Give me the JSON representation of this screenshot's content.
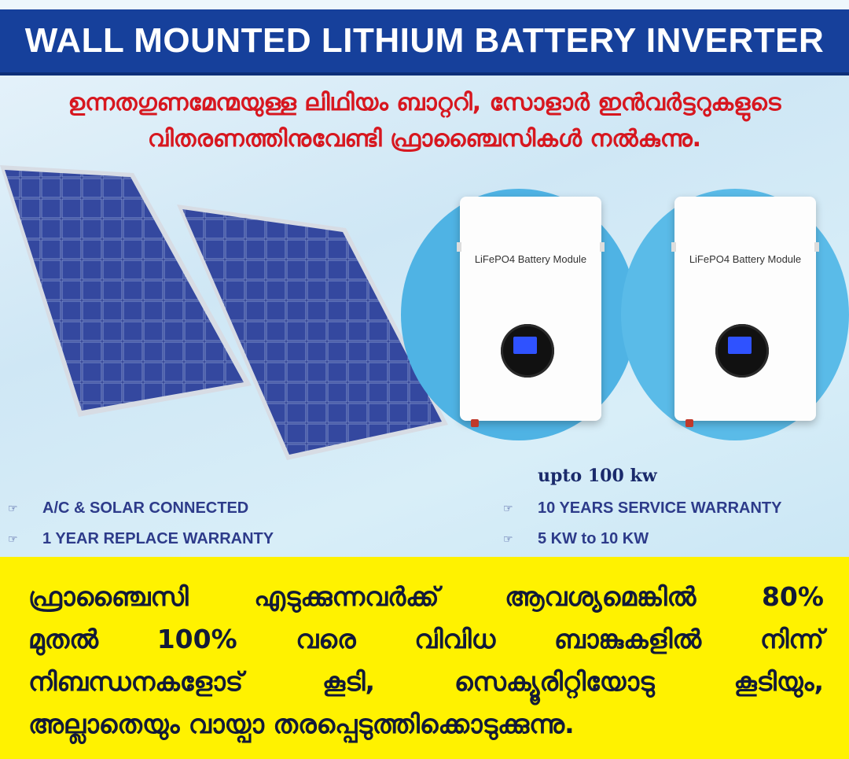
{
  "header": {
    "title": "WALL MOUNTED LITHIUM BATTERY INVERTER"
  },
  "subheading": {
    "line1": "ഉന്നതഗുണമേന്മയുള്ള ലിഥിയം ബാറ്ററി, സോളാർ ഇൻവർട്ടറുകളുടെ",
    "line2": "വിതരണത്തിനുവേണ്ടി ഫ്രാഞ്ചൈസികൾ നൽകുന്നു."
  },
  "batteries": [
    {
      "label": "LiFePO4 Battery Module"
    },
    {
      "label": "LiFePO4 Battery Module"
    }
  ],
  "capacity_note": "upto 100 kw",
  "features": {
    "left": [
      "A/C & SOLAR CONNECTED",
      "1 YEAR REPLACE WARRANTY"
    ],
    "right": [
      "10 YEARS SERVICE WARRANTY",
      "5 KW to 10 KW"
    ]
  },
  "icons": {
    "bullet": "pointing-hand-icon",
    "panel": "solar-panel-icon",
    "battery": "battery-module-icon"
  },
  "colors": {
    "title_bar": "#16409b",
    "subheading": "#d7171f",
    "footer_bg": "#fff200",
    "features": "#2d3b8a",
    "circle": "#4fb3e4"
  },
  "footer": {
    "line1": [
      "ഫ്രാഞ്ചൈസി",
      "എടുക്കുന്നവർക്ക്",
      "ആവശ്യമെങ്കിൽ",
      "80%"
    ],
    "line2": [
      "മുതൽ",
      "100%",
      "വരെ",
      "വിവിധ",
      "ബാങ്കുകളിൽ",
      "നിന്ന്"
    ],
    "line3": [
      "നിബന്ധനകളോട്",
      "കൂടി,",
      "സെക്യൂരിറ്റിയോടു",
      "കൂടിയും,"
    ],
    "line4": "അല്ലാതെയും വായ്പാ തരപ്പെടുത്തിക്കൊടുക്കുന്നു."
  }
}
